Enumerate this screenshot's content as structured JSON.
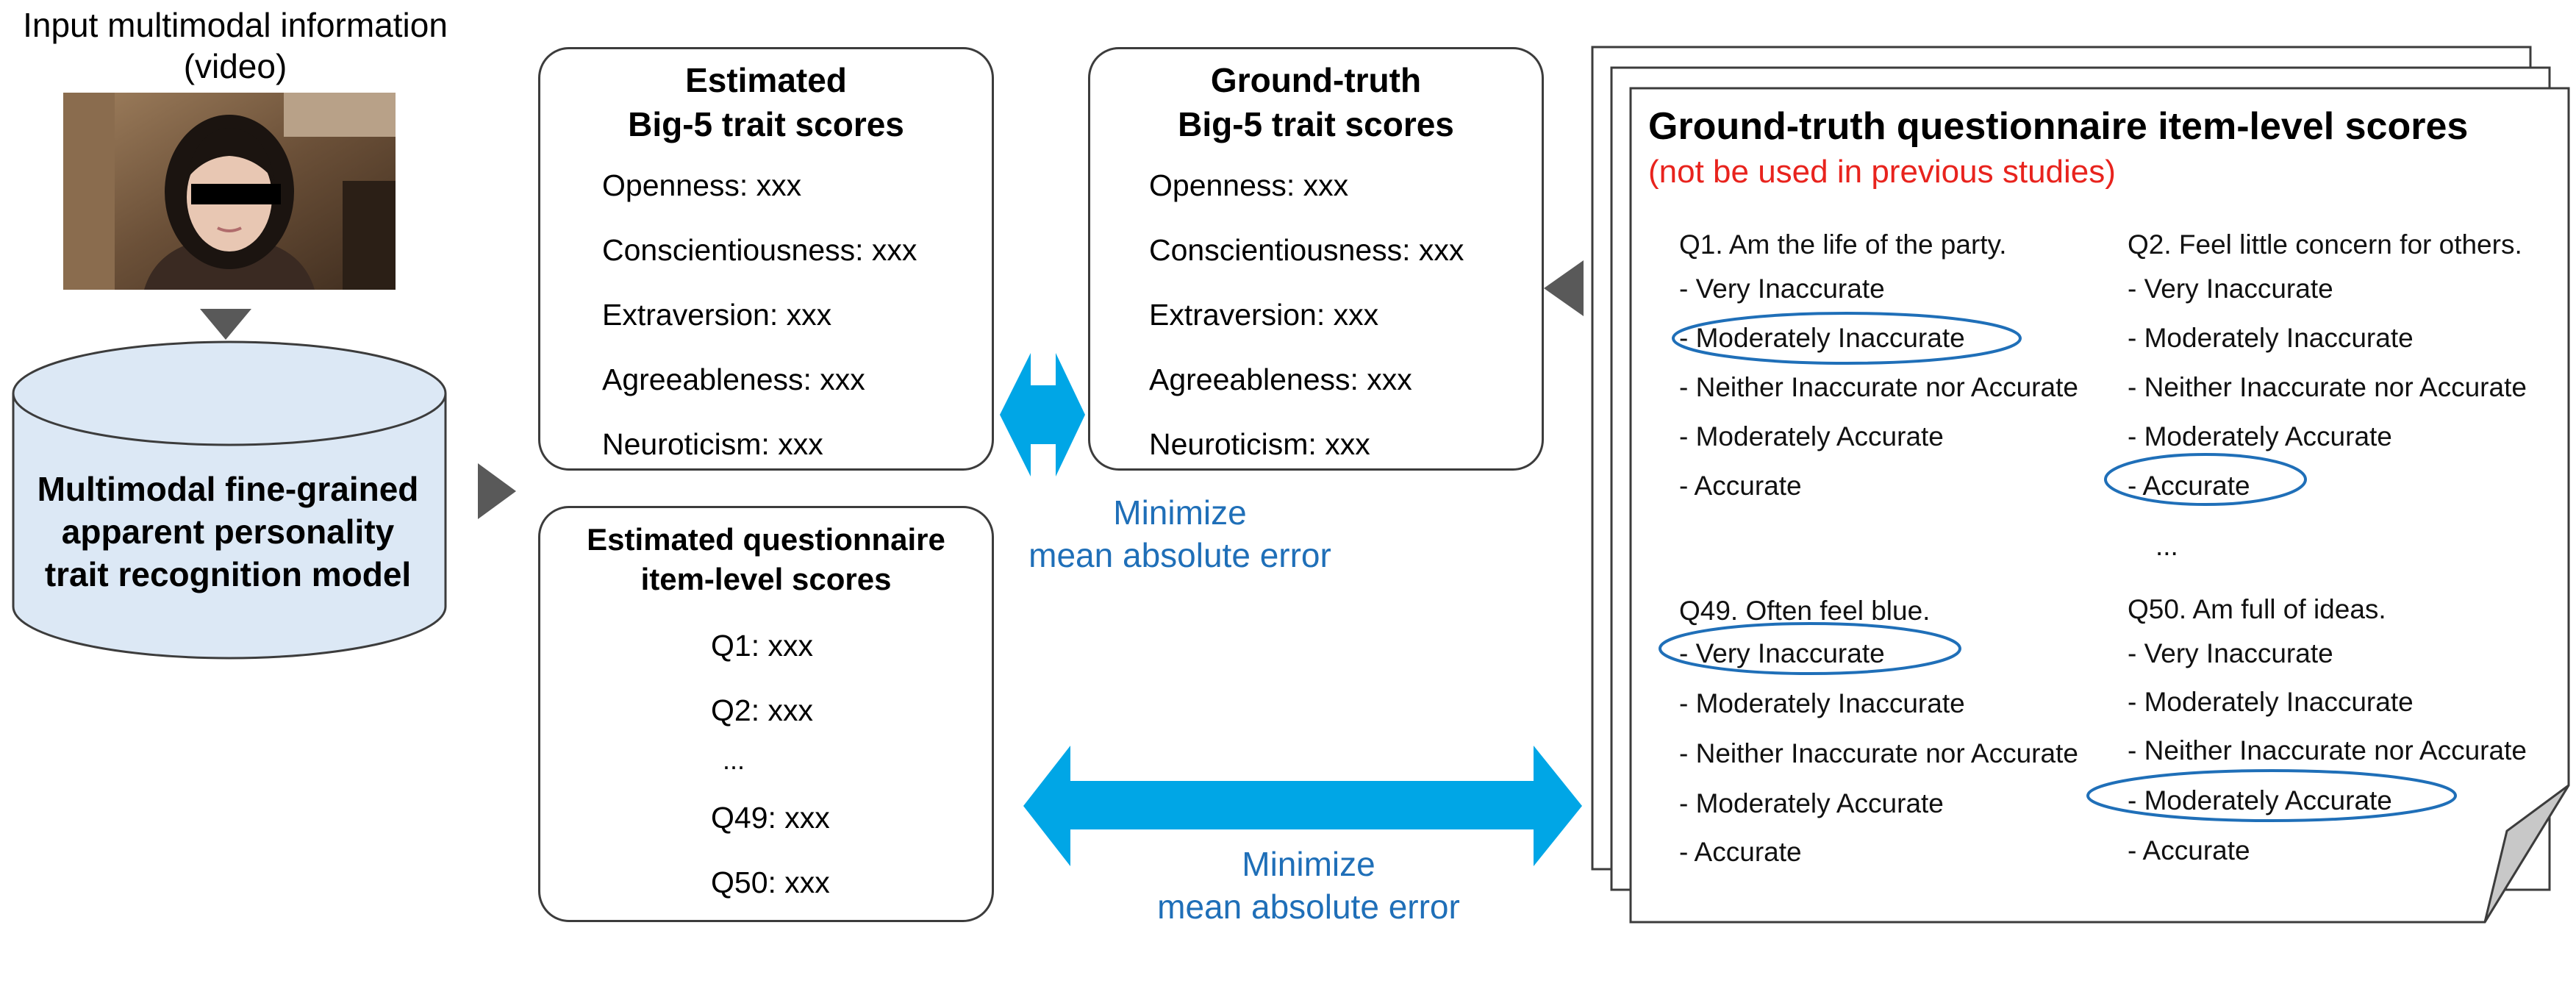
{
  "input": {
    "title_line1": "Input multimodal information",
    "title_line2": "(video)"
  },
  "model": {
    "line1": "Multimodal fine-grained",
    "line2": "apparent personality",
    "line3": "trait recognition model"
  },
  "estimated_traits": {
    "title_line1": "Estimated",
    "title_line2": "Big-5 trait scores",
    "items": [
      "Openness: xxx",
      "Conscientiousness: xxx",
      "Extraversion: xxx",
      "Agreeableness: xxx",
      "Neuroticism: xxx"
    ]
  },
  "groundtruth_traits": {
    "title_line1": "Ground-truth",
    "title_line2": "Big-5 trait scores",
    "items": [
      "Openness: xxx",
      "Conscientiousness: xxx",
      "Extraversion: xxx",
      "Agreeableness: xxx",
      "Neuroticism: xxx"
    ]
  },
  "estimated_items": {
    "title_line1": "Estimated questionnaire",
    "title_line2": "item-level scores",
    "lines": [
      "Q1: xxx",
      "Q2: xxx",
      "...",
      "Q49: xxx",
      "Q50: xxx"
    ]
  },
  "mae_top": {
    "line1": "Minimize",
    "line2": "mean absolute error"
  },
  "mae_bottom": {
    "line1": "Minimize",
    "line2": "mean absolute error"
  },
  "questionnaire": {
    "title": "Ground-truth questionnaire item-level scores",
    "subtitle": "(not be used in previous studies)",
    "ellipsis": "...",
    "questions": [
      {
        "text": "Q1. Am the life of the party.",
        "options": [
          "- Very Inaccurate",
          "- Moderately Inaccurate",
          "- Neither Inaccurate nor Accurate",
          "- Moderately Accurate",
          "- Accurate"
        ],
        "selected": 1
      },
      {
        "text": "Q2. Feel little concern for others.",
        "options": [
          "- Very Inaccurate",
          "- Moderately Inaccurate",
          "- Neither Inaccurate nor Accurate",
          "- Moderately Accurate",
          "- Accurate"
        ],
        "selected": 4
      },
      {
        "text": "Q49. Often feel blue.",
        "options": [
          "- Very Inaccurate",
          "- Moderately Inaccurate",
          "- Neither Inaccurate nor Accurate",
          "- Moderately Accurate",
          "- Accurate"
        ],
        "selected": 0
      },
      {
        "text": "Q50. Am full of ideas.",
        "options": [
          "- Very Inaccurate",
          "- Moderately Inaccurate",
          "- Neither Inaccurate nor Accurate",
          "- Moderately Accurate",
          "- Accurate"
        ],
        "selected": 3
      }
    ]
  },
  "colors": {
    "arrow_blue": "#00a6e6",
    "circle_blue": "#1f6fb8",
    "note_red": "#e8231d",
    "cylinder_fill": "#dce8f5",
    "triangle_gray": "#595959"
  },
  "icons": [
    "video-thumbnail-person",
    "database-cylinder-icon",
    "down-triangle-icon",
    "right-triangle-icon",
    "left-triangle-icon",
    "double-arrow-icon",
    "stacked-pages-icon"
  ]
}
